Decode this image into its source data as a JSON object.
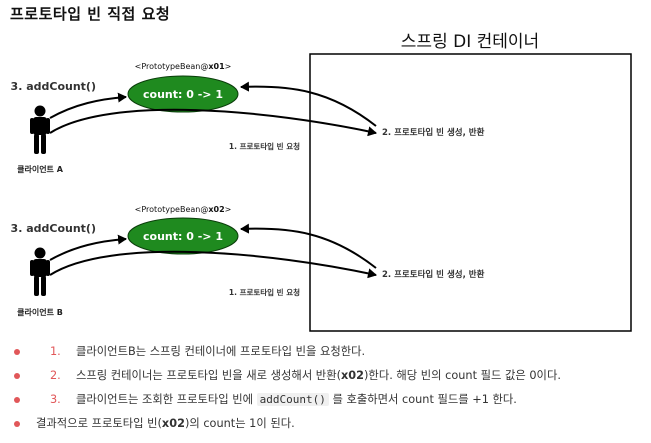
{
  "title": "프로토타입 빈 직접 요청",
  "diagram": {
    "container_label": "스프링 DI 컨테이너",
    "top": {
      "bean_caption_prefix": "<PrototypeBean@",
      "bean_caption_id": "x01",
      "bean_caption_suffix": ">",
      "bean_text": "count: 0 -> 1",
      "add_count": "3. addCount()",
      "request": "1. 프로토타입 빈 요청",
      "response": "2. 프로토타입 빈 생성, 반환",
      "client": "클라이언트 A"
    },
    "bottom": {
      "bean_caption_prefix": "<PrototypeBean@",
      "bean_caption_id": "x02",
      "bean_caption_suffix": ">",
      "bean_text": "count: 0 -> 1",
      "add_count": "3. addCount()",
      "request": "1. 프로토타입 빈 요청",
      "response": "2. 프로토타입 빈 생성, 반환",
      "client": "클라이언트 B"
    },
    "colors": {
      "bean_fill": "#1f8a1f",
      "arrow": "#000000"
    }
  },
  "notes": [
    {
      "num": "1.",
      "text": "클라이언트B는 스프링 컨테이너에 프로토타입 빈을 요청한다."
    },
    {
      "num": "2.",
      "pre": "스프링 컨테이너는 프로토타입 빈을 새로 생성해서 반환(",
      "bold": "x02",
      "post": ")한다. 해당 빈의 count 필드 값은 0이다."
    },
    {
      "num": "3.",
      "pre": "클라이언트는 조회한 프로토타입 빈에 ",
      "code": "addCount()",
      "post": " 를 호출하면서 count 필드를 +1 한다."
    },
    {
      "pre": "결과적으로 프로토타입 빈(",
      "bold": "x02",
      "post": ")의 count는 1이 된다."
    }
  ]
}
